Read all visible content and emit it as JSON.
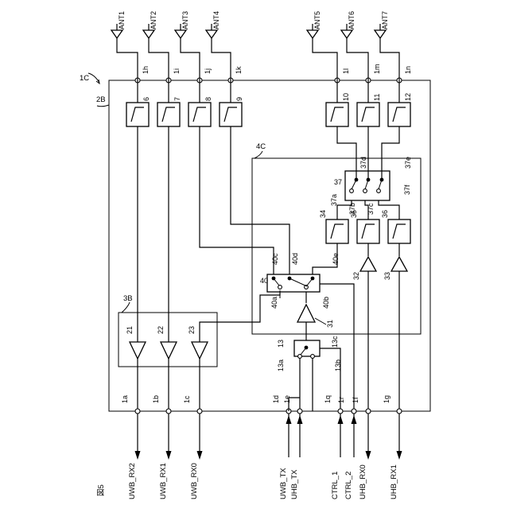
{
  "figure": {
    "label": "図5",
    "module_ref": "1C",
    "board_ref": "2B",
    "ic_ref": "4C",
    "rx_ic_ref": "3B"
  },
  "antennas": [
    {
      "label": "ANT1",
      "terminal": "1h"
    },
    {
      "label": "ANT2",
      "terminal": "1i"
    },
    {
      "label": "ANT3",
      "terminal": "1j"
    },
    {
      "label": "ANT4",
      "terminal": "1k"
    },
    {
      "label": "ANT5",
      "terminal": "1l"
    },
    {
      "label": "ANT6",
      "terminal": "1m"
    },
    {
      "label": "ANT7",
      "terminal": "1n"
    }
  ],
  "filters_top": [
    "6",
    "7",
    "8",
    "9",
    "10",
    "11",
    "12"
  ],
  "filters_mid": [
    "34",
    "35",
    "36"
  ],
  "lnas": [
    "21",
    "22",
    "23"
  ],
  "amps": {
    "pa": "31",
    "uhb_amp1": "32",
    "uhb_amp2": "33"
  },
  "switch40": {
    "ref": "40",
    "a": "40a",
    "b": "40b",
    "c": "40c",
    "d": "40d",
    "e": "40e"
  },
  "switch37": {
    "ref": "37",
    "a": "37a",
    "b": "37b",
    "c": "37c",
    "d": "37d",
    "e": "37e",
    "f": "37f"
  },
  "switch13": {
    "ref": "13",
    "a": "13a",
    "b": "13b",
    "c": "13c"
  },
  "bottom_terminals": [
    {
      "terminal": "1a",
      "signal": "UWB_RX2",
      "dir": "out"
    },
    {
      "terminal": "1b",
      "signal": "UWB_RX1",
      "dir": "out"
    },
    {
      "terminal": "1c",
      "signal": "UWB_RX0",
      "dir": "out"
    },
    {
      "terminal": "1d",
      "signal": "UWB_TX",
      "dir": "in"
    },
    {
      "terminal": "1e",
      "signal": "UHB_TX",
      "dir": "in"
    },
    {
      "terminal": "1q",
      "signal": "CTRL_1",
      "dir": "in"
    },
    {
      "terminal": "1r",
      "signal": "CTRL_2",
      "dir": "in"
    },
    {
      "terminal": "1f",
      "signal": "UHB_RX0",
      "dir": "out"
    },
    {
      "terminal": "1g",
      "signal": "UHB_RX1",
      "dir": "out"
    }
  ]
}
